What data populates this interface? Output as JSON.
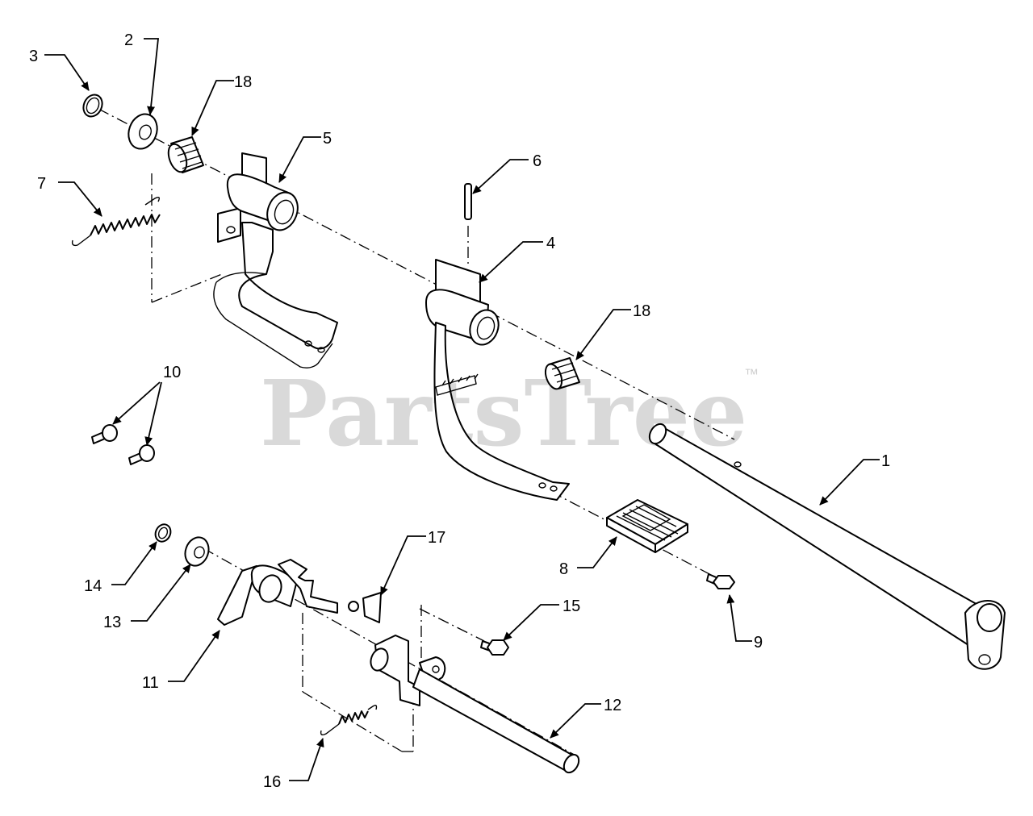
{
  "watermark": {
    "text": "PartsTree",
    "trademark": "™"
  },
  "callouts": [
    {
      "id": "1",
      "label": "1"
    },
    {
      "id": "2",
      "label": "2"
    },
    {
      "id": "3",
      "label": "3"
    },
    {
      "id": "4",
      "label": "4"
    },
    {
      "id": "5",
      "label": "5"
    },
    {
      "id": "6",
      "label": "6"
    },
    {
      "id": "7",
      "label": "7"
    },
    {
      "id": "8",
      "label": "8"
    },
    {
      "id": "9",
      "label": "9"
    },
    {
      "id": "10",
      "label": "10"
    },
    {
      "id": "11",
      "label": "11"
    },
    {
      "id": "12",
      "label": "12"
    },
    {
      "id": "13",
      "label": "13"
    },
    {
      "id": "14",
      "label": "14"
    },
    {
      "id": "15",
      "label": "15"
    },
    {
      "id": "16",
      "label": "16"
    },
    {
      "id": "17",
      "label": "17"
    },
    {
      "id": "18a",
      "label": "18"
    },
    {
      "id": "18b",
      "label": "18"
    }
  ]
}
